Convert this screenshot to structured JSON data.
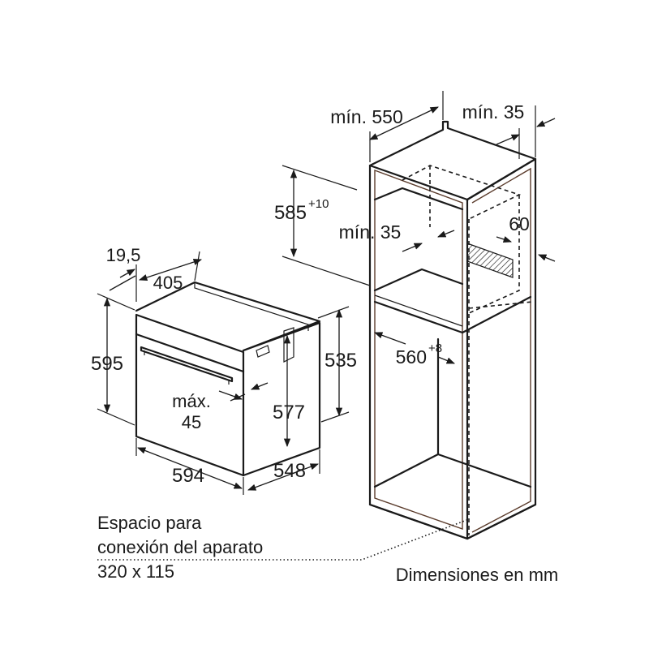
{
  "oven": {
    "depth_offset": "19,5",
    "depth_front": "405",
    "height_total": "595",
    "height_body": "535",
    "height_door": "577",
    "gap_max_label": "máx.",
    "gap_max_value": "45",
    "width": "594",
    "depth": "548"
  },
  "cabinet": {
    "depth_min": "mín. 550",
    "rear_min": "mín. 35",
    "height_base": "585",
    "height_tolerance": "+10",
    "shelf_gap_min": "mín. 35",
    "vent": "60",
    "width_base": "560",
    "width_tolerance": "+8"
  },
  "notes": {
    "connection_line1": "Espacio para",
    "connection_line2": "conexión del aparato",
    "connection_line3": "320 x 115",
    "units": "Dimensiones en mm"
  },
  "colors": {
    "line": "#1a1a1a",
    "cabinet_wood": "#5a3b2b"
  }
}
